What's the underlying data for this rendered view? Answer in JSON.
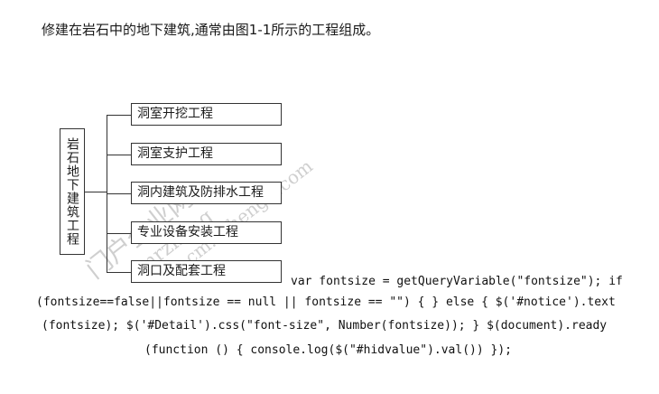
{
  "intro": "修建在岩石中的地下建筑,通常由图1-1所示的工程组成。",
  "diagram": {
    "root": "岩石地下建筑工程",
    "branches": [
      "洞室开挖工程",
      "洞室支护工程",
      "洞内建筑及防排水工程",
      "专业设备安装工程",
      "洞口及配套工程"
    ]
  },
  "watermark": [
    "门户企业网",
    "mrzheng",
    "cm.ozhengw.com"
  ],
  "code_lines": [
    "var fontsize = getQueryVariable(\"fontsize\"); if",
    "(fontsize==false||fontsize == null || fontsize == \"\") { } else { $('#notice').text",
    "(fontsize); $('#Detail').css(\"font-size\", Number(fontsize)); } $(document).ready",
    "(function () { console.log($(\"#hidvalue\").val()) });"
  ]
}
